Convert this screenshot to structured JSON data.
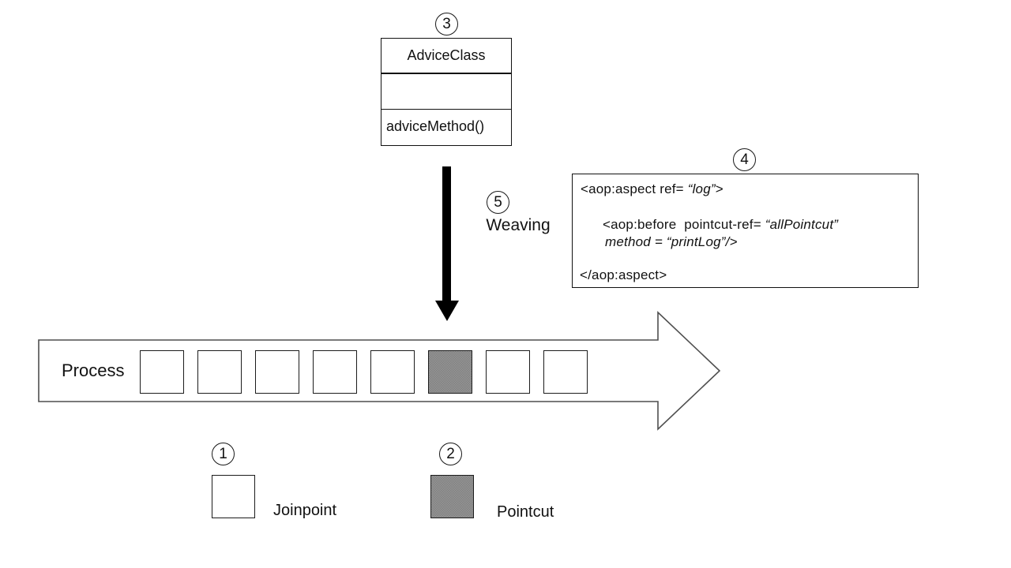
{
  "markers": {
    "joinpoint": "1",
    "pointcut": "2",
    "advice_class": "3",
    "aspect_xml": "4",
    "weaving": "5"
  },
  "class_box": {
    "name": "AdviceClass",
    "attributes": "",
    "method": "adviceMethod()"
  },
  "weaving_label": "Weaving",
  "code_box": {
    "line1_pre": "<aop:aspect ref= ",
    "line1_em": "“log”",
    "line1_post": ">",
    "line2_pre": "<aop:before  pointcut-ref= ",
    "line2_em": "“allPointcut”",
    "line3_em": "method = “printLog”/>",
    "line4": "</aop:aspect>"
  },
  "process": {
    "label": "Process",
    "slots": 8,
    "pointcut_slot_index": 6
  },
  "legend": {
    "joinpoint_label": "Joinpoint",
    "pointcut_label": "Pointcut"
  },
  "colors": {
    "pointcut_fill": "#8a8a8a",
    "big_arrow_outline": "#4f4f4f",
    "line_color": "#111111"
  }
}
